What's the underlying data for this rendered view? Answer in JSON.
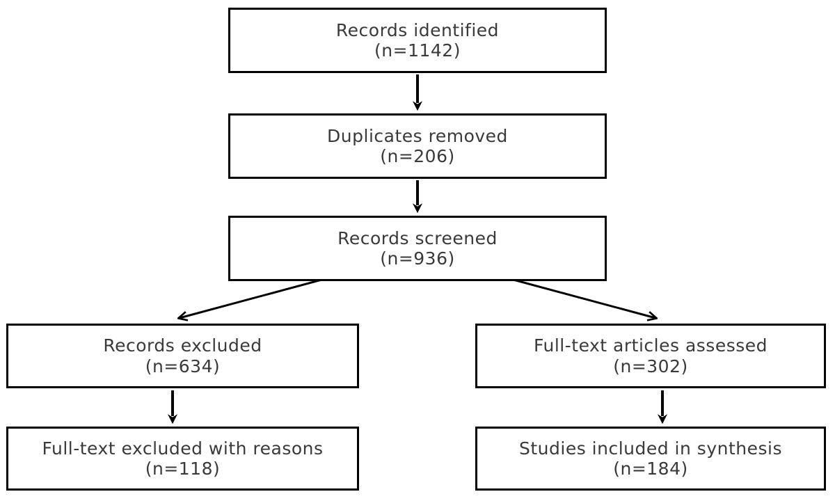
{
  "diagram": {
    "type": "flowchart",
    "style": "PRISMA study-selection flow",
    "colors": {
      "background": "#ffffff",
      "box_border": "#000000",
      "text": "#3a3a3a",
      "arrow": "#000000"
    },
    "boxes": [
      {
        "id": "identified",
        "line1": "Records identified",
        "line2": "(n=1142)",
        "n": 1142
      },
      {
        "id": "duplicates",
        "line1": "Duplicates removed",
        "line2": "(n=206)",
        "n": 206
      },
      {
        "id": "screened",
        "line1": "Records screened",
        "line2": "(n=936)",
        "n": 936
      },
      {
        "id": "excluded",
        "line1": "Records excluded",
        "line2": "(n=634)",
        "n": 634
      },
      {
        "id": "assessed",
        "line1": "Full-text articles assessed",
        "line2": "(n=302)",
        "n": 302
      },
      {
        "id": "reasons",
        "line1": "Full-text excluded with reasons",
        "line2": "(n=118)",
        "n": 118
      },
      {
        "id": "synthesis",
        "line1": "Studies included in synthesis",
        "line2": "(n=184)",
        "n": 184
      }
    ],
    "edges": [
      {
        "from": "identified",
        "to": "duplicates",
        "kind": "vertical"
      },
      {
        "from": "duplicates",
        "to": "screened",
        "kind": "vertical"
      },
      {
        "from": "screened",
        "to": "excluded",
        "kind": "diagonal"
      },
      {
        "from": "screened",
        "to": "assessed",
        "kind": "diagonal"
      },
      {
        "from": "excluded",
        "to": "reasons",
        "kind": "vertical"
      },
      {
        "from": "assessed",
        "to": "synthesis",
        "kind": "vertical"
      }
    ]
  }
}
